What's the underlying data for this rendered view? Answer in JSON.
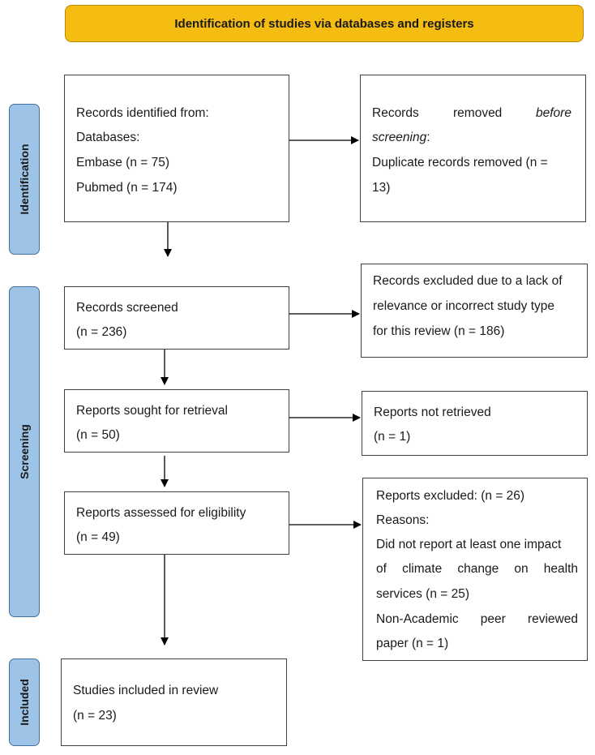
{
  "banner": "Identification of studies via databases and registers",
  "stages": {
    "identification": "Identification",
    "screening": "Screening",
    "included": "Included"
  },
  "boxes": {
    "identified": {
      "line1": "Records identified from:",
      "line2": "Databases:",
      "line3": "Embase (n = 75)",
      "line4": "Pubmed (n = 174)"
    },
    "removed": {
      "line1_a": "Records",
      "line1_b": "removed",
      "line1_c": "before",
      "line2": "screening",
      "line2_suffix": ":",
      "line3": "Duplicate records removed (n =",
      "line4": "13)"
    },
    "screened": {
      "line1": "Records screened",
      "line2": "(n = 236)"
    },
    "excluded": {
      "line1": "Records excluded due to a lack of",
      "line2": "relevance or incorrect study type",
      "line3": "for this review (n = 186)"
    },
    "sought": {
      "line1": "Reports sought for retrieval",
      "line2": "(n = 50)"
    },
    "not_retrieved": {
      "line1": "Reports not retrieved",
      "line2": "(n = 1)"
    },
    "assessed": {
      "line1": "Reports assessed for eligibility",
      "line2": "(n = 49)"
    },
    "reports_excluded": {
      "line1": "Reports excluded: (n = 26)",
      "line2": "Reasons:",
      "line3": "Did not report at least one impact",
      "line4": "of climate change on health",
      "line5": "services (n = 25)",
      "line6": "Non-Academic peer reviewed",
      "line7": "paper (n = 1)"
    },
    "included": {
      "line1": "Studies included in review",
      "line2": "(n = 23)"
    }
  },
  "colors": {
    "banner": "#f5bd12",
    "stage": "#9dc3e6",
    "stage_border": "#41719c"
  }
}
